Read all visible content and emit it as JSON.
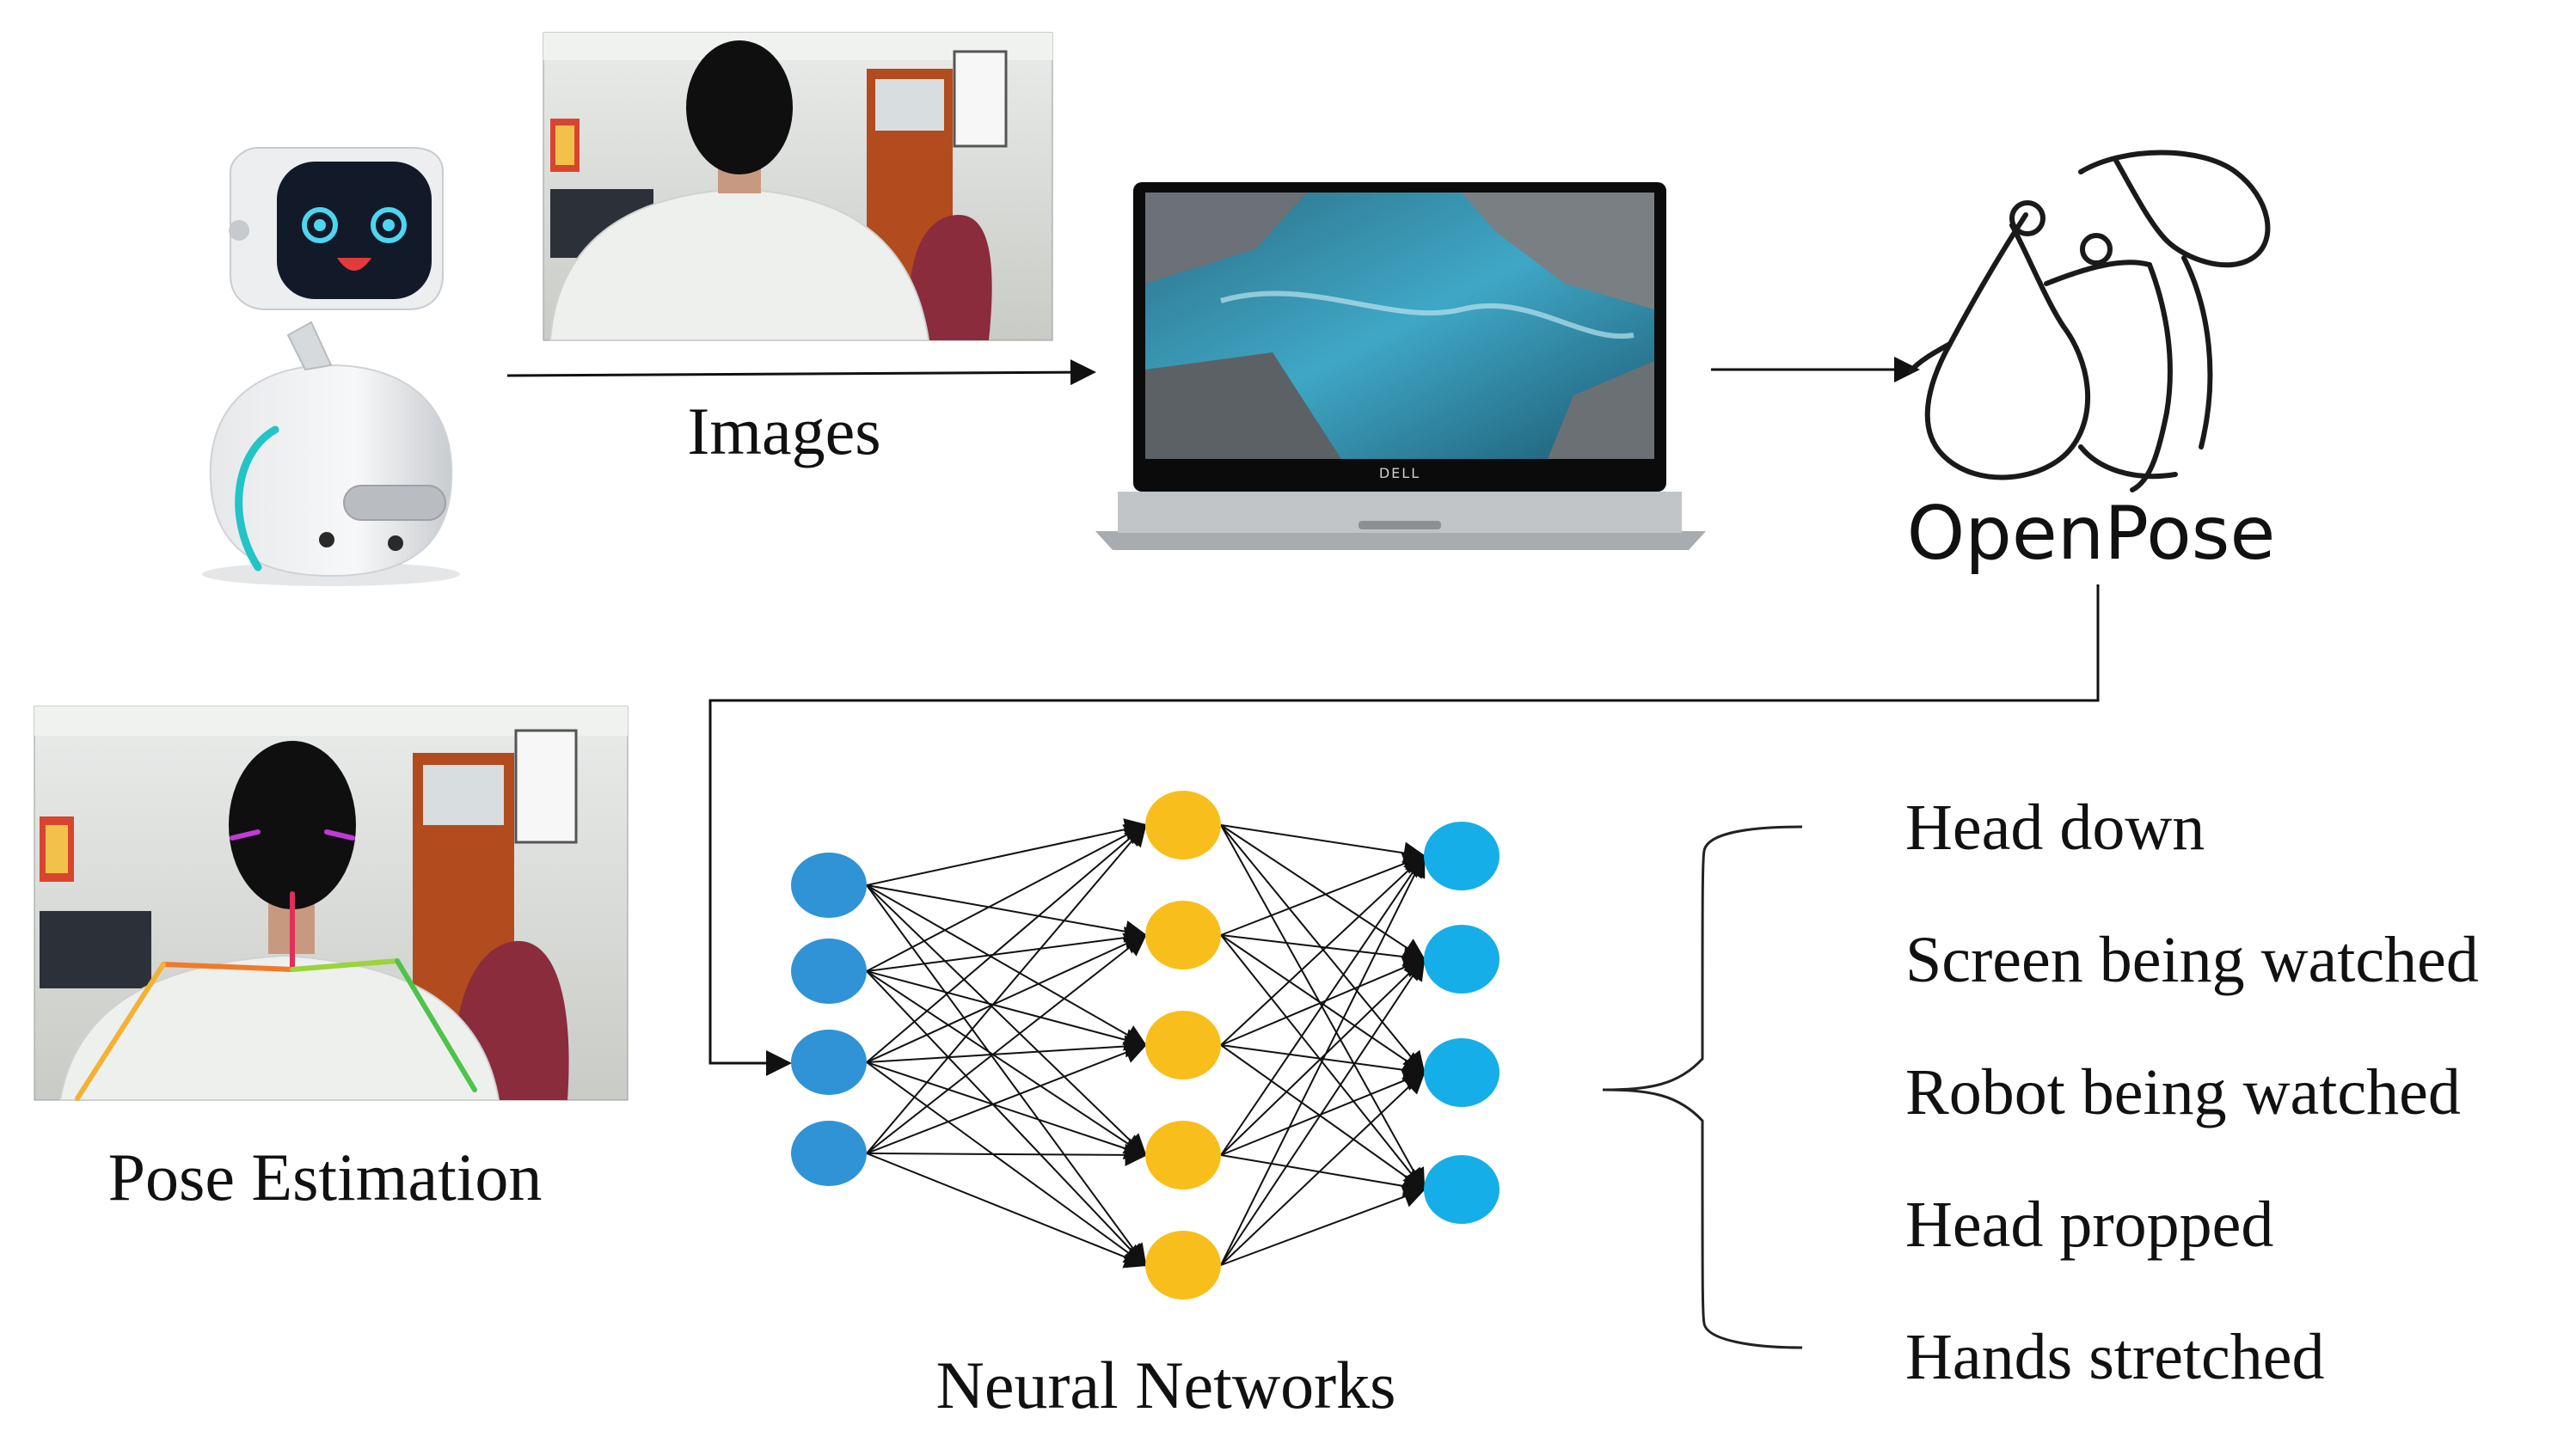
{
  "labels": {
    "images": "Images",
    "openpose": "OpenPose",
    "pose_estimation": "Pose Estimation",
    "neural_networks": "Neural Networks"
  },
  "outputs": [
    "Head down",
    "Screen being watched",
    "Robot being watched",
    "Head propped",
    "Hands stretched"
  ],
  "network": {
    "layers": [
      4,
      5,
      4
    ],
    "colors": {
      "input": "#2f93d6",
      "hidden": "#f8be1c",
      "output": "#16aee8"
    }
  },
  "colors": {
    "robot_accent": "#22c4c8",
    "robot_screen": "#121a2a",
    "chair": "#8a2c3c",
    "skeleton_orange": "#f07a2a",
    "skeleton_green": "#9ad43a",
    "skeleton_red": "#e0305a"
  }
}
